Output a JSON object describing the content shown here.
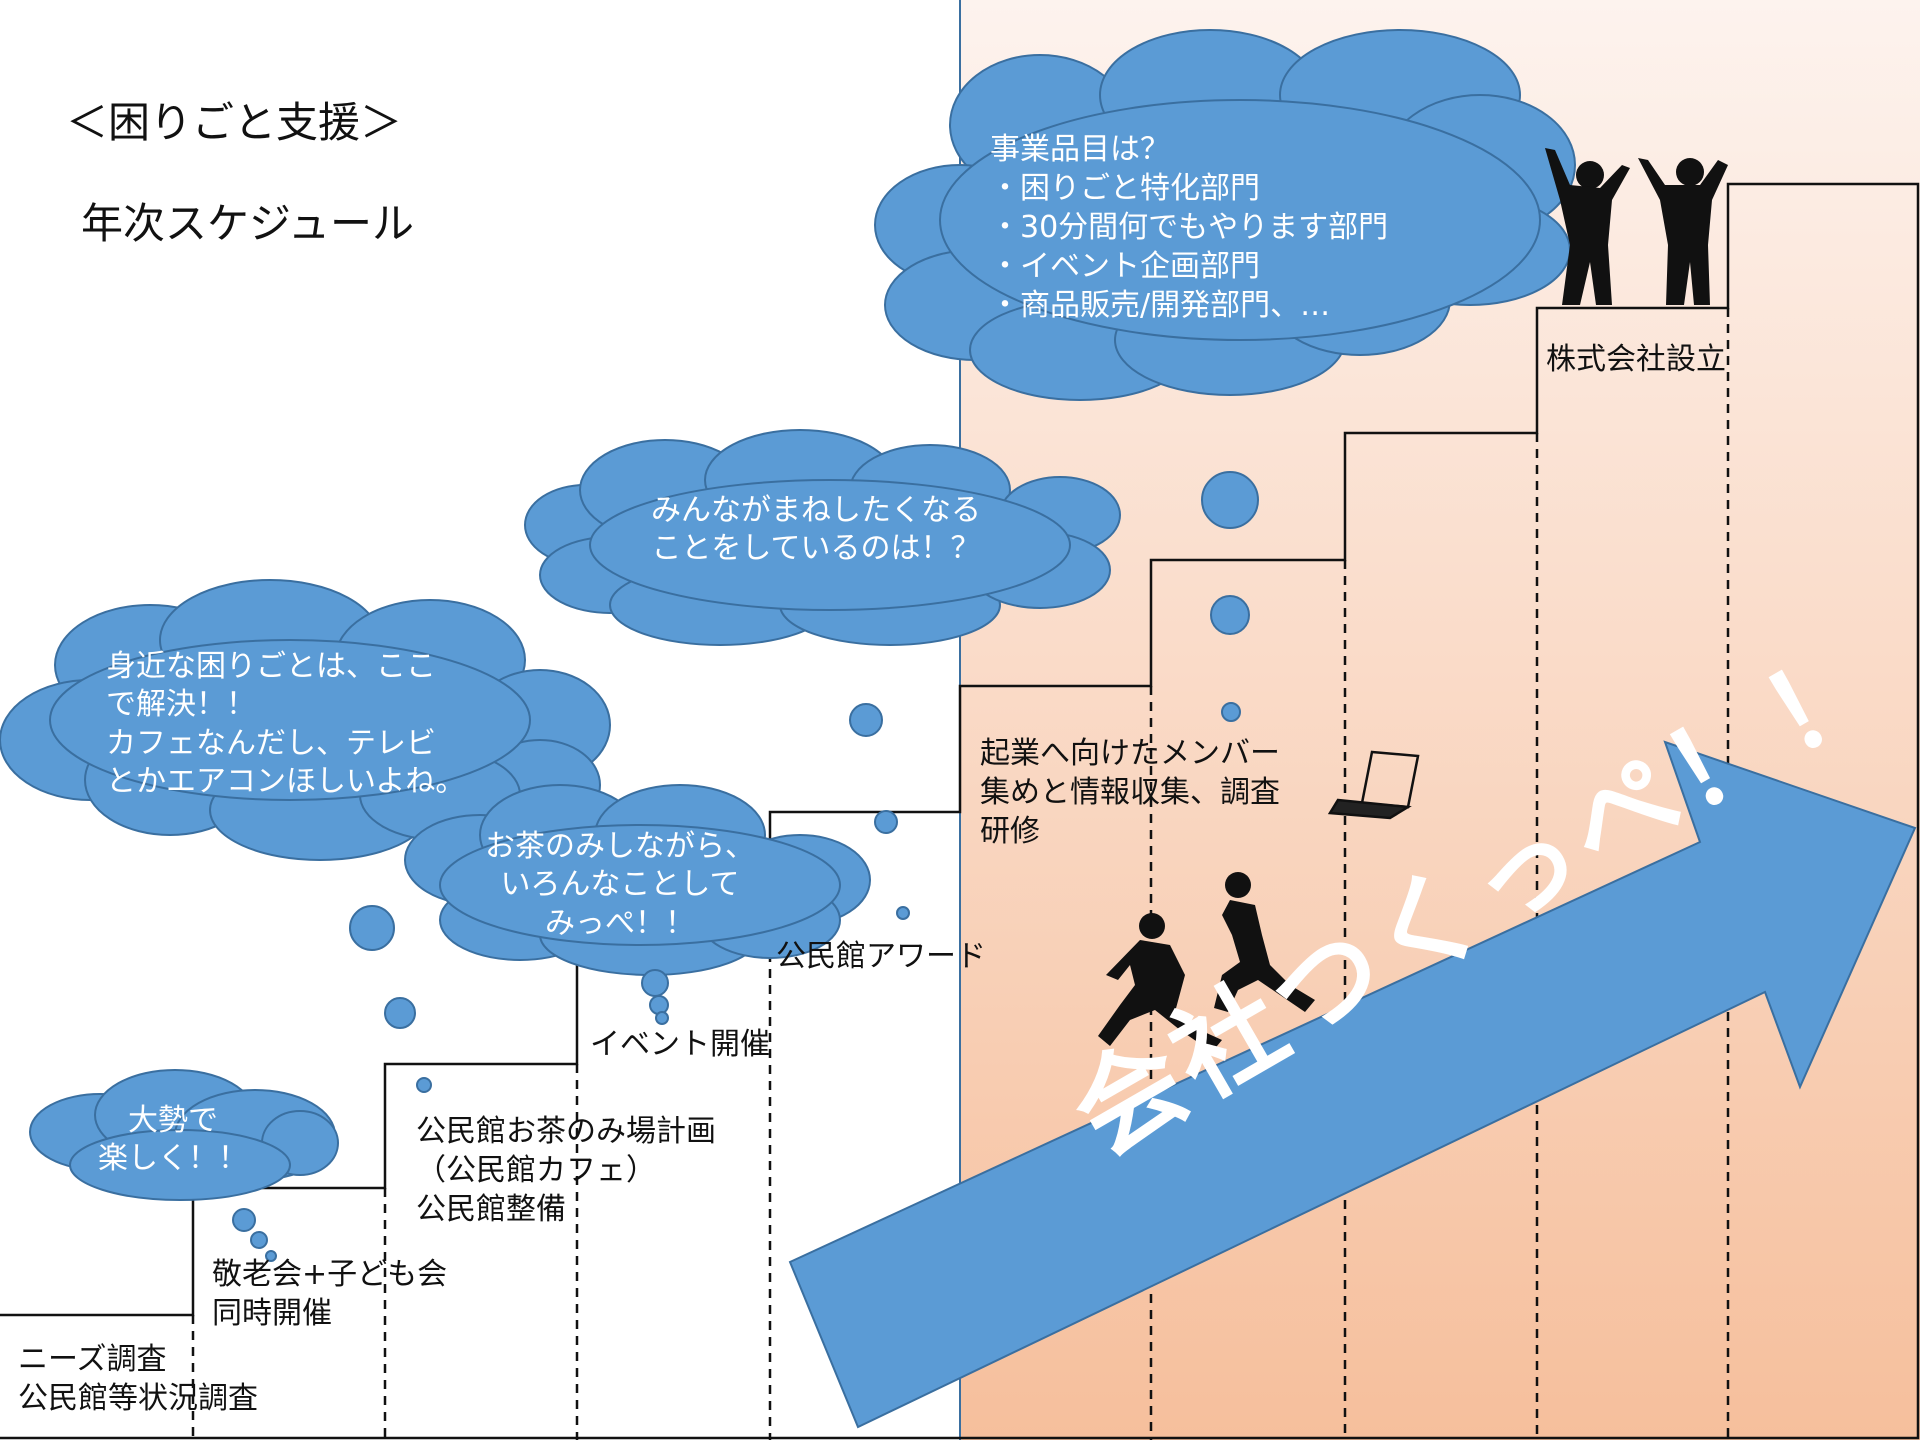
{
  "title": {
    "line1": "＜困りごと支援＞",
    "line2": "年次スケジュール"
  },
  "steps": [
    {
      "label": "ニーズ調査\n公民館等状況調査"
    },
    {
      "label": "敬老会+子ども会\n同時開催"
    },
    {
      "label": "公民館お茶のみ場計画\n（公民館カフェ）\n公民館整備"
    },
    {
      "label": "イベント開催"
    },
    {
      "label": "公民館アワード"
    },
    {
      "label": "起業へ向けたメンバー\n集めと情報収集、調査\n研修"
    },
    {
      "label": "株式会社設立"
    }
  ],
  "clouds": {
    "taisei": "大勢で\n楽しく！！",
    "ochanomi": "お茶のみしながら、\nいろんなことして\nみっぺ！！",
    "mijika": "身近な困りごとは、ここ\nで解決！！\nカフェなんだし、テレビ\nとかエアコンほしいよね。",
    "minna": "みんながまねしたくなる\nことをしているのは！？",
    "jigyou": "事業品目は？\n・困りごと特化部門\n・30分間何でもやります部門\n・イベント企画部門\n・商品販売/開発部門、…"
  },
  "arrow_text": "会社つくっぺ！！",
  "colors": {
    "cloud": "#5b9bd5",
    "arrow": "#5b9bd5",
    "bg_gradient_top": "#fdf3ee",
    "bg_gradient_bottom": "#f6bf9c"
  }
}
